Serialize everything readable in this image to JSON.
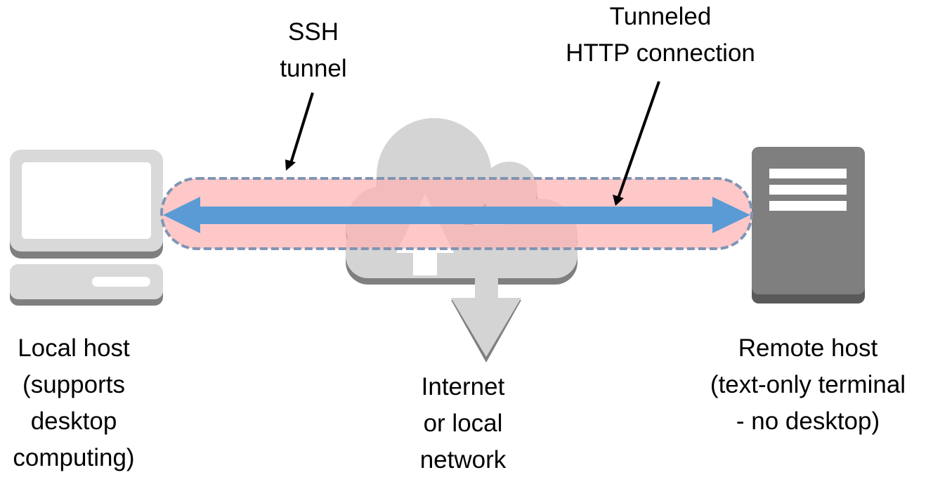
{
  "labels": {
    "ssh_tunnel": [
      "SSH",
      "tunnel"
    ],
    "tunneled_http": [
      "Tunneled",
      "HTTP connection"
    ],
    "local_host": [
      "Local host",
      "(supports",
      "desktop",
      "computing)"
    ],
    "network": [
      "Internet",
      "or local",
      "network"
    ],
    "remote_host": [
      "Remote host",
      "(text-only terminal",
      "- no desktop)"
    ]
  },
  "icons": {
    "local_host": "desktop-computer-icon",
    "network": "cloud-download-icon",
    "remote_host": "server-tower-icon"
  },
  "colors": {
    "tunnel_fill": "#ffb3b3",
    "tunnel_border": "#7f95b5",
    "connection_arrow": "#5b9bd5",
    "computer_light": "#d9d9d9",
    "computer_shadow": "#7f7f7f",
    "cloud": "#d4d4d4",
    "server": "#7f7f7f",
    "server_dark": "#595959"
  }
}
